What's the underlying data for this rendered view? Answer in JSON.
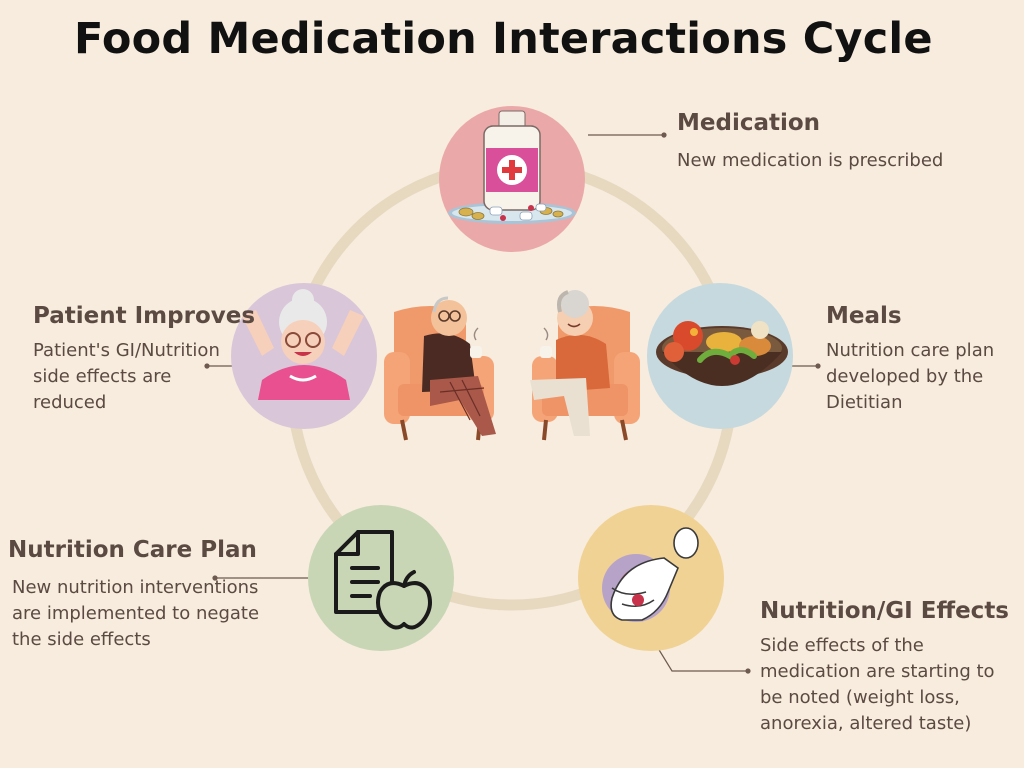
{
  "title": "Food Medication Interactions Cycle",
  "colors": {
    "background": "#f7ecdd",
    "ring": "#e7d9c0",
    "medication_circle": "#eaa9a8",
    "meals_circle": "#c6d9df",
    "gi_circle": "#f0d294",
    "care_plan_circle": "#c9d6b6",
    "patient_circle": "#d9c6d8"
  },
  "stages": {
    "medication": {
      "title": "Medication",
      "desc": "New medication is prescribed",
      "icon": "medicine-bottle-icon"
    },
    "meals": {
      "title": "Meals",
      "desc": "Nutrition care plan developed by the Dietitian",
      "icon": "food-bowl-icon"
    },
    "gi_effects": {
      "title": "Nutrition/GI Effects",
      "desc": "Side effects of the medication are starting to be noted (weight loss, anorexia, altered taste)",
      "icon": "stomach-pain-icon"
    },
    "care_plan": {
      "title": "Nutrition Care Plan",
      "desc": "New nutrition interventions are implemented to negate the side effects",
      "icon": "document-apple-icon"
    },
    "patient_improves": {
      "title": "Patient Improves",
      "desc": "Patient's GI/Nutrition side effects are reduced",
      "icon": "happy-grandmother-icon"
    }
  },
  "center_illustration": "elderly-couple-armchairs-icon"
}
